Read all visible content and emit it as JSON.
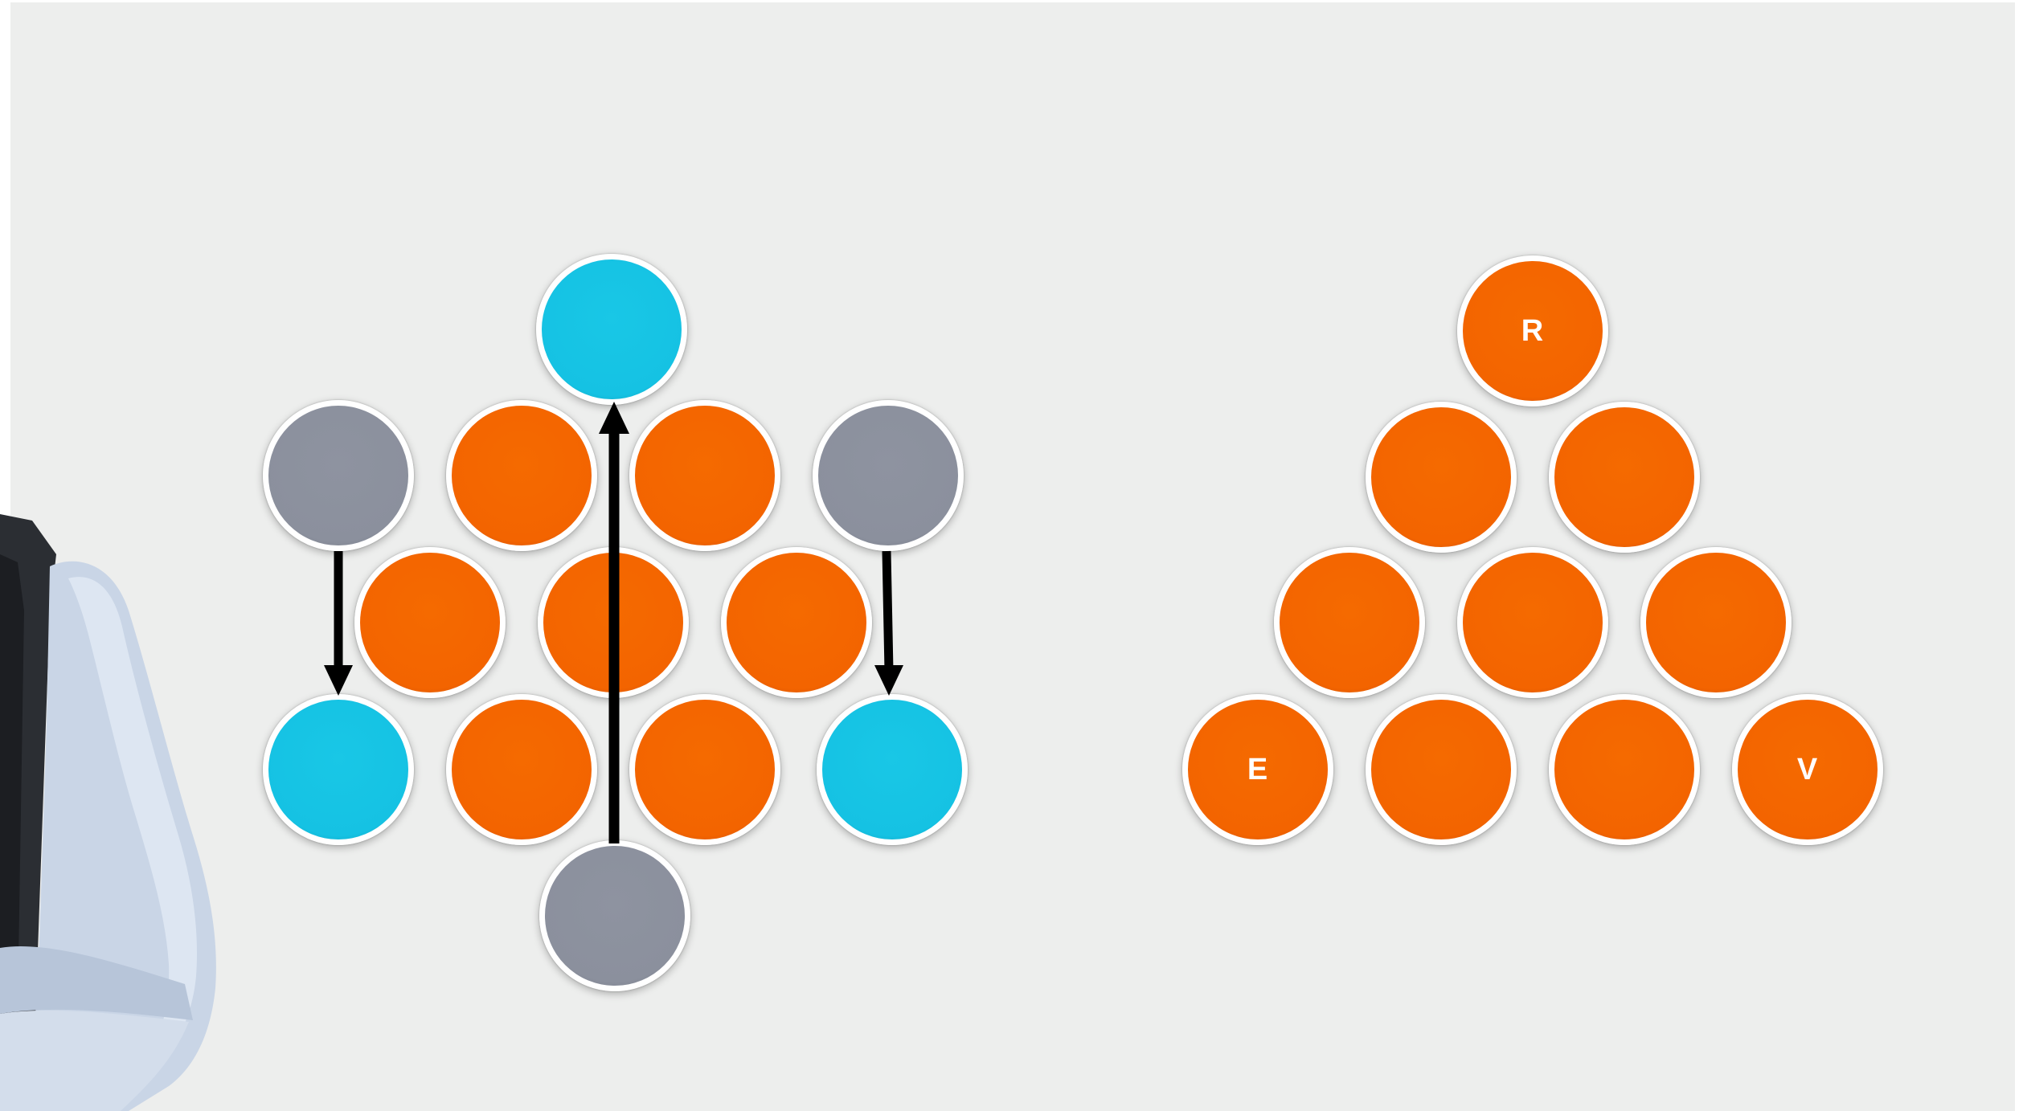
{
  "colors": {
    "background": "#edeeed",
    "orange": "#f36400",
    "cyan": "#15c2e3",
    "gray": "#8b909d",
    "coin_border": "#ffffff",
    "arrow": "#000000"
  },
  "puzzle": {
    "coins": [
      {
        "name": "coin-top-moved",
        "color": "cyan"
      },
      {
        "name": "coin-row2-left-gray",
        "color": "gray"
      },
      {
        "name": "coin-row2-orange-1",
        "color": "orange"
      },
      {
        "name": "coin-row2-orange-2",
        "color": "orange"
      },
      {
        "name": "coin-row2-right-gray",
        "color": "gray"
      },
      {
        "name": "coin-row3-orange-1",
        "color": "orange"
      },
      {
        "name": "coin-row3-orange-2",
        "color": "orange"
      },
      {
        "name": "coin-row3-orange-3",
        "color": "orange"
      },
      {
        "name": "coin-row4-left-cyan",
        "color": "cyan"
      },
      {
        "name": "coin-row4-orange-1",
        "color": "orange"
      },
      {
        "name": "coin-row4-orange-2",
        "color": "orange"
      },
      {
        "name": "coin-row4-right-cyan",
        "color": "cyan"
      },
      {
        "name": "coin-bottom-gray",
        "color": "gray"
      }
    ],
    "moves": [
      {
        "name": "move-arrow-left",
        "direction": "down"
      },
      {
        "name": "move-arrow-center",
        "direction": "up"
      },
      {
        "name": "move-arrow-right",
        "direction": "down"
      }
    ]
  },
  "triangle": {
    "labels": {
      "top": "R",
      "bottom_left": "E",
      "bottom_right": "V"
    }
  }
}
